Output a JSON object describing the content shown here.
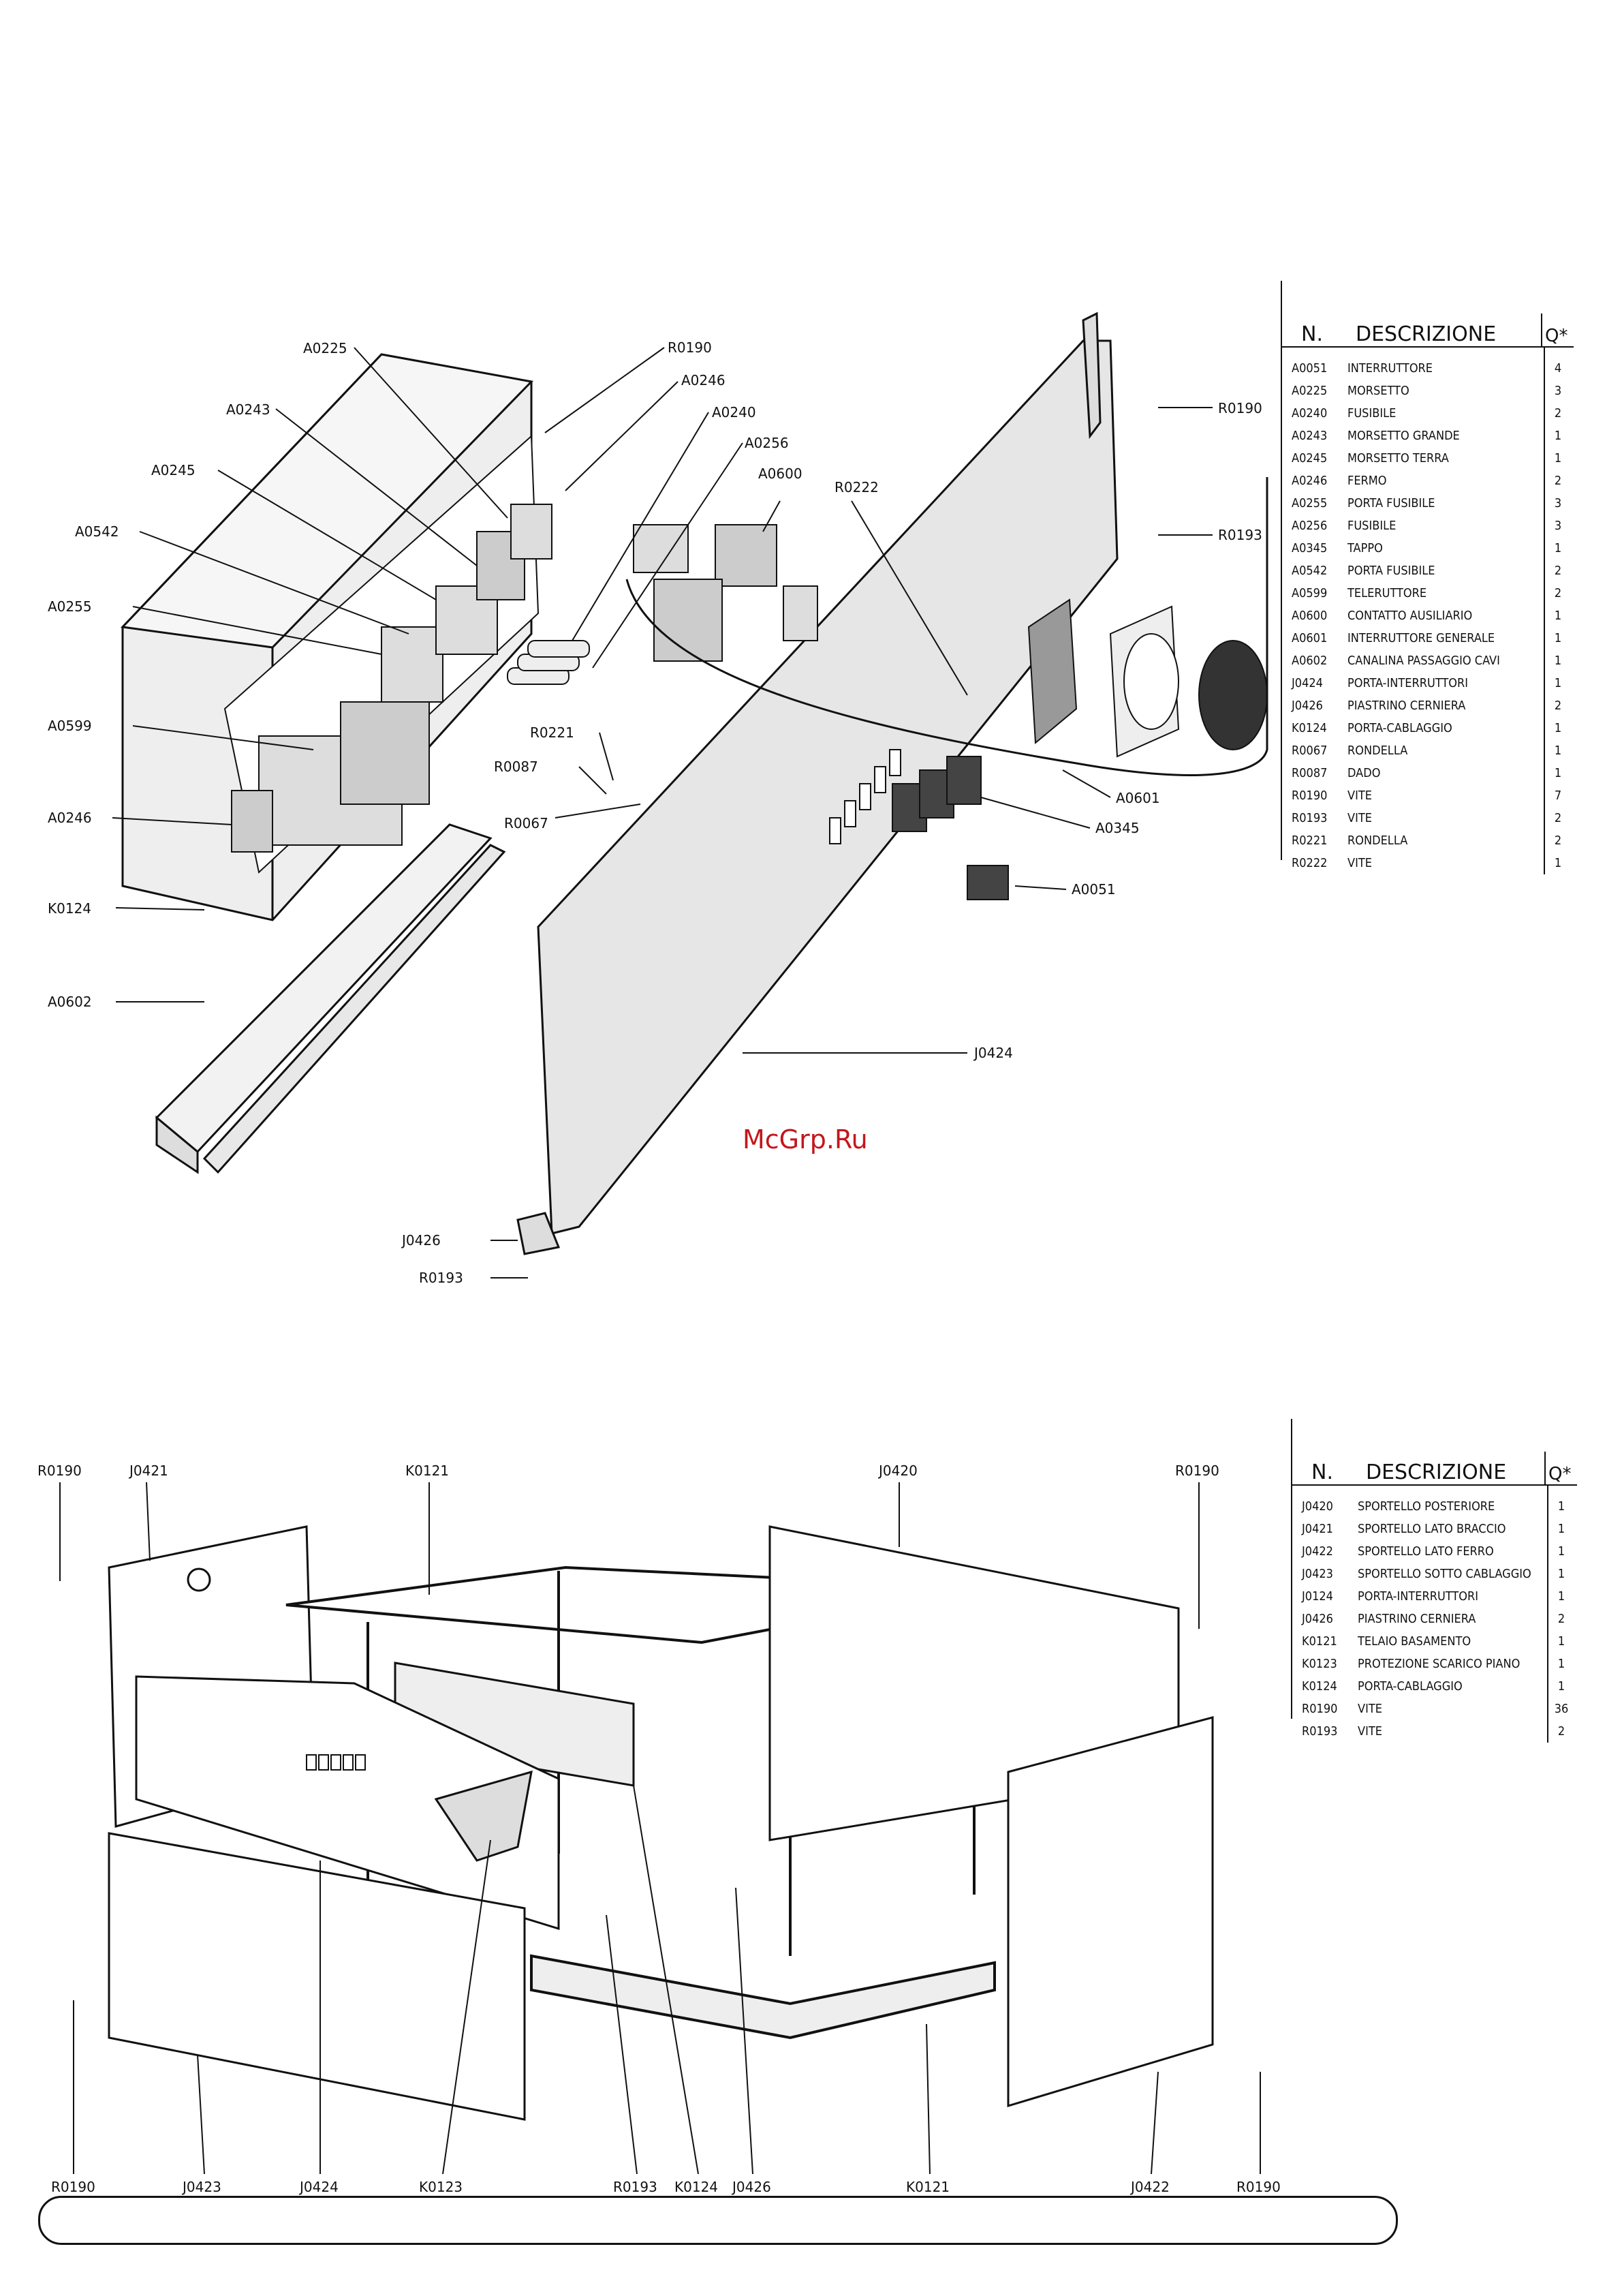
{
  "watermark": "McGrp.Ru",
  "top_diagram": {
    "callouts": [
      "A0225",
      "A0243",
      "A0245",
      "A0542",
      "A0255",
      "A0599",
      "A0246",
      "K0124",
      "A0602",
      "R0190",
      "A0246",
      "A0240",
      "A0256",
      "A0600",
      "R0222",
      "R0221",
      "R0087",
      "R0067",
      "R0190",
      "R0193",
      "A0601",
      "A0345",
      "A0051",
      "J0424",
      "J0426",
      "R0193"
    ]
  },
  "top_table": {
    "header": {
      "n": "N.",
      "desc": "DESCRIZIONE",
      "q": "Q*"
    },
    "rows": [
      {
        "n": "A0051",
        "d": "INTERRUTTORE",
        "q": "4"
      },
      {
        "n": "A0225",
        "d": "MORSETTO",
        "q": "3"
      },
      {
        "n": "A0240",
        "d": "FUSIBILE",
        "q": "2"
      },
      {
        "n": "A0243",
        "d": "MORSETTO GRANDE",
        "q": "1"
      },
      {
        "n": "A0245",
        "d": "MORSETTO TERRA",
        "q": "1"
      },
      {
        "n": "A0246",
        "d": "FERMO",
        "q": "2"
      },
      {
        "n": "A0255",
        "d": "PORTA FUSIBILE",
        "q": "3"
      },
      {
        "n": "A0256",
        "d": "FUSIBILE",
        "q": "3"
      },
      {
        "n": "A0345",
        "d": "TAPPO",
        "q": "1"
      },
      {
        "n": "A0542",
        "d": "PORTA FUSIBILE",
        "q": "2"
      },
      {
        "n": "A0599",
        "d": "TELERUTTORE",
        "q": "2"
      },
      {
        "n": "A0600",
        "d": "CONTATTO AUSILIARIO",
        "q": "1"
      },
      {
        "n": "A0601",
        "d": "INTERRUTTORE GENERALE",
        "q": "1"
      },
      {
        "n": "A0602",
        "d": "CANALINA PASSAGGIO CAVI",
        "q": "1"
      },
      {
        "n": "J0424",
        "d": "PORTA-INTERRUTTORI",
        "q": "1"
      },
      {
        "n": "J0426",
        "d": "PIASTRINO CERNIERA",
        "q": "2"
      },
      {
        "n": "K0124",
        "d": "PORTA-CABLAGGIO",
        "q": "1"
      },
      {
        "n": "R0067",
        "d": "RONDELLA",
        "q": "1"
      },
      {
        "n": "R0087",
        "d": "DADO",
        "q": "1"
      },
      {
        "n": "R0190",
        "d": "VITE",
        "q": "7"
      },
      {
        "n": "R0193",
        "d": "VITE",
        "q": "2"
      },
      {
        "n": "R0221",
        "d": "RONDELLA",
        "q": "2"
      },
      {
        "n": "R0222",
        "d": "VITE",
        "q": "1"
      }
    ]
  },
  "bottom_diagram": {
    "callouts": [
      "R0190",
      "J0421",
      "K0121",
      "J0420",
      "R0190",
      "R0190",
      "J0423",
      "J0424",
      "K0123",
      "R0193",
      "K0124",
      "J0426",
      "K0121",
      "J0422",
      "R0190"
    ]
  },
  "bottom_table": {
    "header": {
      "n": "N.",
      "desc": "DESCRIZIONE",
      "q": "Q*"
    },
    "rows": [
      {
        "n": "J0420",
        "d": "SPORTELLO POSTERIORE",
        "q": "1"
      },
      {
        "n": "J0421",
        "d": "SPORTELLO LATO BRACCIO",
        "q": "1"
      },
      {
        "n": "J0422",
        "d": "SPORTELLO LATO FERRO",
        "q": "1"
      },
      {
        "n": "J0423",
        "d": "SPORTELLO SOTTO CABLAGGIO",
        "q": "1"
      },
      {
        "n": "J0124",
        "d": "PORTA-INTERRUTTORI",
        "q": "1"
      },
      {
        "n": "J0426",
        "d": "PIASTRINO CERNIERA",
        "q": "2"
      },
      {
        "n": "K0121",
        "d": "TELAIO BASAMENTO",
        "q": "1"
      },
      {
        "n": "K0123",
        "d": "PROTEZIONE SCARICO PIANO",
        "q": "1"
      },
      {
        "n": "K0124",
        "d": "PORTA-CABLAGGIO",
        "q": "1"
      },
      {
        "n": "R0190",
        "d": "VITE",
        "q": "36"
      },
      {
        "n": "R0193",
        "d": "VITE",
        "q": "2"
      }
    ]
  }
}
